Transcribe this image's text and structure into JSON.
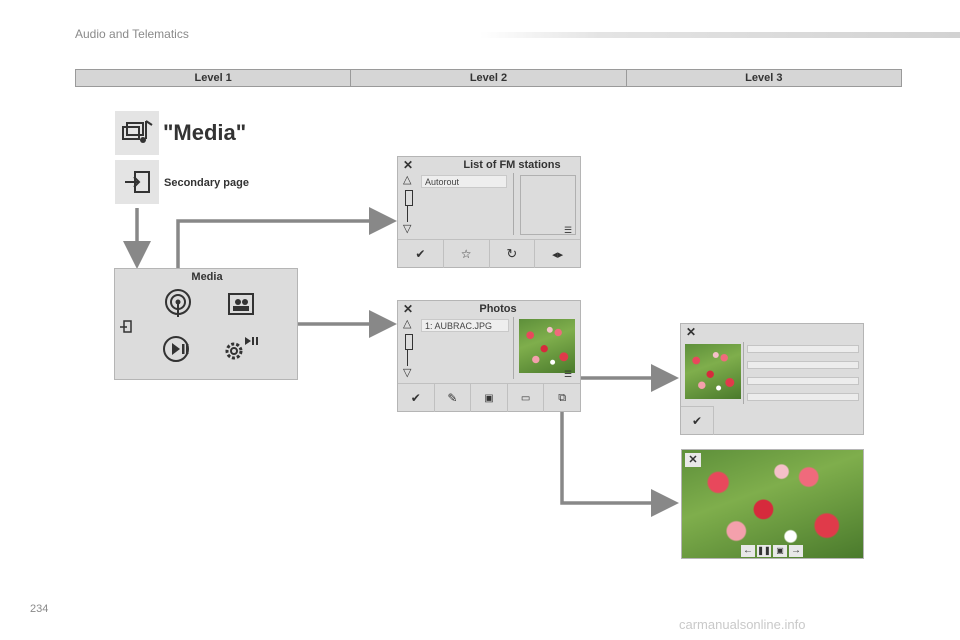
{
  "header": {
    "section_title": "Audio and Telematics"
  },
  "levels": [
    "Level 1",
    "Level 2",
    "Level 3"
  ],
  "media_heading": "\"Media\"",
  "secondary_page_label": "Secondary page",
  "media_panel": {
    "title": "Media"
  },
  "fm_panel": {
    "title": "List of FM stations",
    "item": "Autorout"
  },
  "photos_panel": {
    "title": "Photos",
    "item": "1: AUBRAC.JPG"
  },
  "footer": {
    "page_number": "234",
    "watermark": "carmanualsonline.info"
  },
  "colors": {
    "panel_bg": "#dcdcdc",
    "icon_box_bg": "#e4e4e4",
    "arrow": "#888888"
  },
  "icons": [
    "media-icon",
    "secondary-page-icon",
    "close-icon",
    "up-icon",
    "down-icon",
    "confirm-icon",
    "radio-icon",
    "photos-icon",
    "play-pause-icon",
    "settings-icon"
  ]
}
